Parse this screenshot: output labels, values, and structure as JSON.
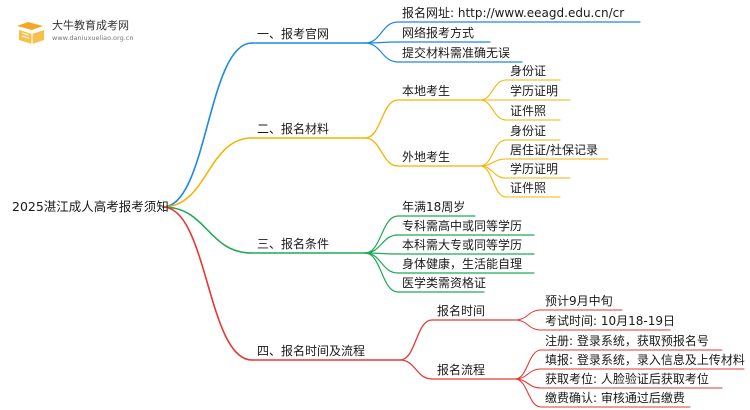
{
  "logo": {
    "name": "大牛教育成考网",
    "url": "www.daniuxueli​ao.org.cn",
    "accent": "#f5a623"
  },
  "colors": {
    "branch1": "#1e88e5",
    "branch2": "#f4b400",
    "branch3": "#1faa59",
    "branch4": "#e53935"
  },
  "mindmap": {
    "root": "2025湛江成人高考报考须知",
    "branches": [
      {
        "label": "一、报考官网",
        "items": [
          "报名网址: http://www.eeagd.edu.cn/cr",
          "网络报考方式",
          "提交材料需准确无误"
        ]
      },
      {
        "label": "二、报名材料",
        "groups": [
          {
            "label": "本地考生",
            "items": [
              "身份证",
              "学历证明",
              "证件照"
            ]
          },
          {
            "label": "外地考生",
            "items": [
              "身份证",
              "居住证/社保记录",
              "学历证明",
              "证件照"
            ]
          }
        ]
      },
      {
        "label": "三、报名条件",
        "items": [
          "年满18周岁",
          "专科需高中或同等学历",
          "本科需大专或同等学历",
          "身体健康，生活能自理",
          "医学类需资格证"
        ]
      },
      {
        "label": "四、报名时间及流程",
        "groups": [
          {
            "label": "报名时间",
            "items": [
              "预计9月中旬",
              "考试时间: 10月18-19日"
            ]
          },
          {
            "label": "报名流程",
            "items": [
              "注册: 登录系统，获取预报名号",
              "填报: 登录系统，录入信息及上传材料",
              "获取考位: 人脸验证后获取考位",
              "缴费确认: 审核通过后缴费"
            ]
          }
        ]
      }
    ]
  }
}
